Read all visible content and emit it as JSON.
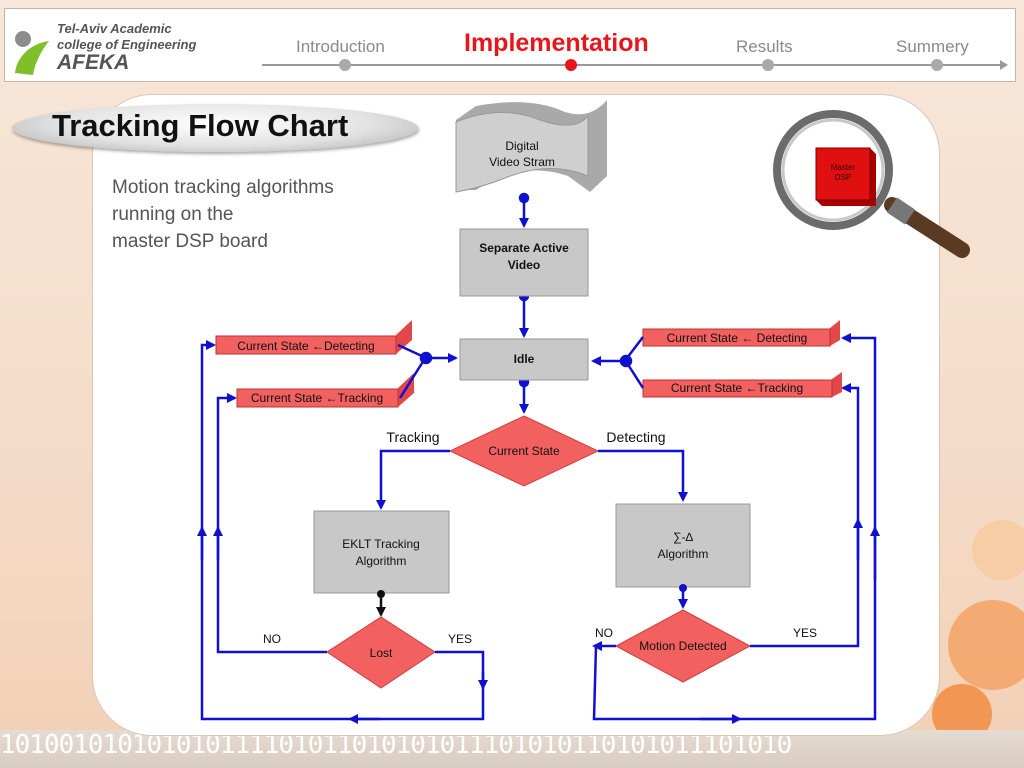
{
  "header": {
    "logo_line1": "Tel-Aviv Academic",
    "logo_line2": "college of Engineering",
    "logo_line3": "AFEKA",
    "nav": [
      "Introduction",
      "Implementation",
      "Results",
      "Summery"
    ],
    "active_index": 1
  },
  "slide": {
    "title": "Tracking Flow Chart",
    "subtitle_lines": [
      "Motion tracking algorithms",
      "running  on the",
      "master DSP board"
    ]
  },
  "magnifier": {
    "chip_line1": "Master",
    "chip_line2": "DSP"
  },
  "flow": {
    "video_source": [
      "Digital",
      "Video Stram"
    ],
    "separate": [
      "Separate Active",
      "Video"
    ],
    "idle": "Idle",
    "current_state": "Current State",
    "tracking": "Tracking",
    "detecting": "Detecting",
    "eklt": [
      "EKLT Tracking",
      "Algorithm"
    ],
    "sigma": [
      "∑-∆",
      "Algorithm"
    ],
    "lost": "Lost",
    "motion_detected": "Motion Detected",
    "no": "NO",
    "yes": "YES",
    "left_state_detecting": "Current State ←Detecting",
    "left_state_tracking": "Current State ←Tracking",
    "right_state_detecting": "Current State ← Detecting",
    "right_state_tracking": "Current State ←Tracking"
  },
  "colors": {
    "accent": "#e8161b",
    "arrow": "#1010d0",
    "box": "#c8c8c8",
    "diamond": "#f26060"
  },
  "binary_strip": "101001010101010111101011010101011101010110101011101010"
}
